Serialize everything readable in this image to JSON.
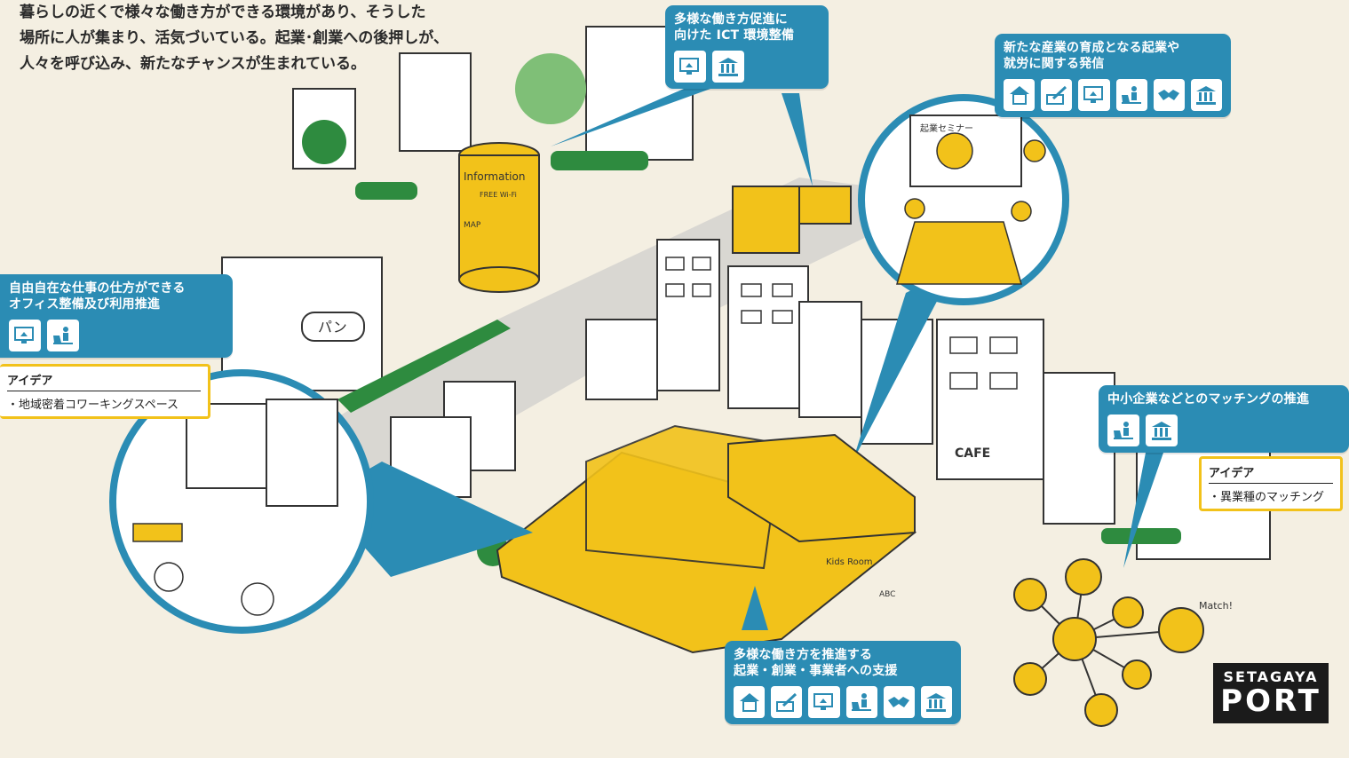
{
  "intro": {
    "line1": "暮らしの近くで様々な働き方ができる環境があり、そうした",
    "line2": "場所に人が集まり、活気づいている。起業･創業への後押しが、",
    "line3": "人々を呼び込み、新たなチャンスが生まれている。"
  },
  "callouts": {
    "ict": {
      "line1": "多様な働き方促進に",
      "line2": "向けた ICT 環境整備",
      "icons": [
        "monitor-house-icon",
        "public-building-icon"
      ]
    },
    "industry": {
      "line1": "新たな産業の育成となる起業や",
      "line2": "就労に関する発信",
      "icons": [
        "house-icon",
        "writing-icon",
        "monitor-house-icon",
        "person-laptop-icon",
        "handshake-icon",
        "public-building-icon"
      ]
    },
    "office": {
      "line1": "自由自在な仕事の仕方ができる",
      "line2": "オフィス整備及び利用推進",
      "icons": [
        "monitor-house-icon",
        "person-laptop-icon"
      ]
    },
    "matching": {
      "line1": "中小企業などとのマッチングの推進",
      "icons": [
        "person-laptop-icon",
        "public-building-icon"
      ]
    },
    "support": {
      "line1": "多様な働き方を推進する",
      "line2": "起業・創業・事業者への支援",
      "icons": [
        "house-icon",
        "writing-icon",
        "monitor-house-icon",
        "person-laptop-icon",
        "handshake-icon",
        "public-building-icon"
      ]
    }
  },
  "ideas": {
    "office": {
      "heading": "アイデア",
      "item": "・地域密着コワーキングスペース"
    },
    "matching": {
      "heading": "アイデア",
      "item": "・異業種のマッチング"
    }
  },
  "illustration_text": {
    "information": "Information",
    "free_wifi": "FREE Wi-Fi",
    "map": "MAP",
    "bakery": "パン",
    "cafe": "CAFE",
    "seminar": "起業セミナー",
    "kids_room": "Kids Room",
    "abc": "ABC",
    "match": "Match!"
  },
  "logo": {
    "line1": "SETAGAYA",
    "line2": "PORT"
  },
  "colors": {
    "accent_blue": "#2b8cb4",
    "accent_yellow": "#f2c21a",
    "background": "#f4efe2"
  }
}
